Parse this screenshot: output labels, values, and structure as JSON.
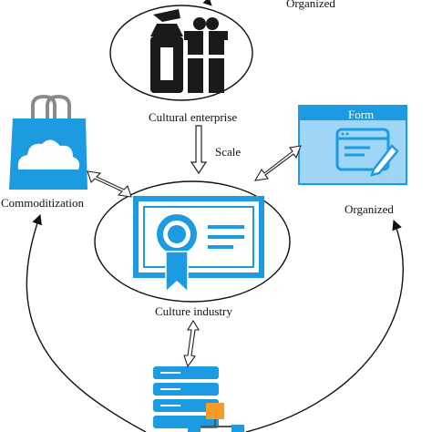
{
  "labels": {
    "top_partial": "Organized",
    "cultural_enterprise": "Cultural enterprise",
    "scale": "Scale",
    "commoditization": "Commoditization",
    "organized": "Organized",
    "culture_industry": "Culture industry"
  },
  "form_window": {
    "title": "Form"
  },
  "icons": {
    "enterprise": "gift-box-and-glass-icon",
    "commoditization": "shopping-bag-cloud-icon",
    "form": "form-window-edit-icon",
    "industry": "certificate-award-icon",
    "bottom": "server-stack-network-icon"
  },
  "colors": {
    "accent_blue": "#1d9be0",
    "light_blue": "#6ec4f0",
    "dark": "#1a1a1a",
    "orange": "#f39c2a"
  }
}
